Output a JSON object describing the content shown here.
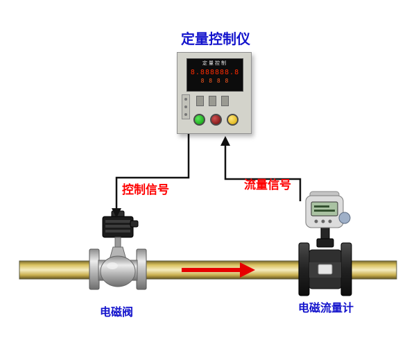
{
  "title": "定量控制仪",
  "controller": {
    "panel_label": "定量控制",
    "display_line1": "8.888888.8",
    "display_line2": "8 8 8 8"
  },
  "signals": {
    "control_label": "控制信号",
    "flow_label": "流量信号"
  },
  "devices": {
    "valve_label": "电磁阀",
    "flowmeter_label": "电磁流量计"
  },
  "icons": {
    "down_arrow": "arrowhead-down",
    "up_arrow": "arrowhead-up",
    "flow_arrow": "flow-direction-right"
  },
  "colors": {
    "label_blue": "#1414cc",
    "signal_red": "#fe0000",
    "flow_arrow_red": "#e60000",
    "pipe_gold": "#d9c25f",
    "led_red": "#ff2b00",
    "box_gray": "#d3d3cb"
  }
}
